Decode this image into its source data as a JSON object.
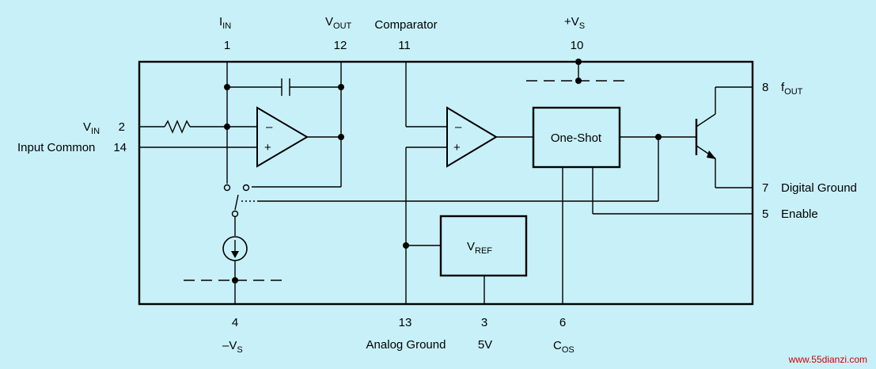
{
  "pins": {
    "iin": {
      "main": "I",
      "sub": "IN",
      "num": "1"
    },
    "vout": {
      "main": "V",
      "sub": "OUT",
      "num": "12"
    },
    "comparator": {
      "label": "Comparator",
      "num": "11"
    },
    "vs_pos": {
      "main": "+V",
      "sub": "S",
      "num": "10"
    },
    "vin": {
      "main": "V",
      "sub": "IN",
      "num": "2"
    },
    "input_common": {
      "label": "Input Common",
      "num": "14"
    },
    "fout": {
      "num": "8",
      "main": "f",
      "sub": "OUT"
    },
    "digital_ground": {
      "num": "7",
      "label": "Digital Ground"
    },
    "enable": {
      "num": "5",
      "label": "Enable"
    },
    "vs_neg": {
      "num": "4",
      "main": "–V",
      "sub": "S"
    },
    "analog_ground": {
      "num": "13",
      "label": "Analog Ground"
    },
    "five_v": {
      "num": "3",
      "label": "5V"
    },
    "cos": {
      "num": "6",
      "main": "C",
      "sub": "OS"
    }
  },
  "blocks": {
    "oneshot": "One-Shot",
    "vref": {
      "main": "V",
      "sub": "REF"
    }
  },
  "opamp": {
    "minus": "–",
    "plus": "+"
  },
  "watermark": "www.55dianzi.com",
  "colors": {
    "background": "#c8f0f8",
    "line": "#000000",
    "watermark": "#d00000"
  }
}
